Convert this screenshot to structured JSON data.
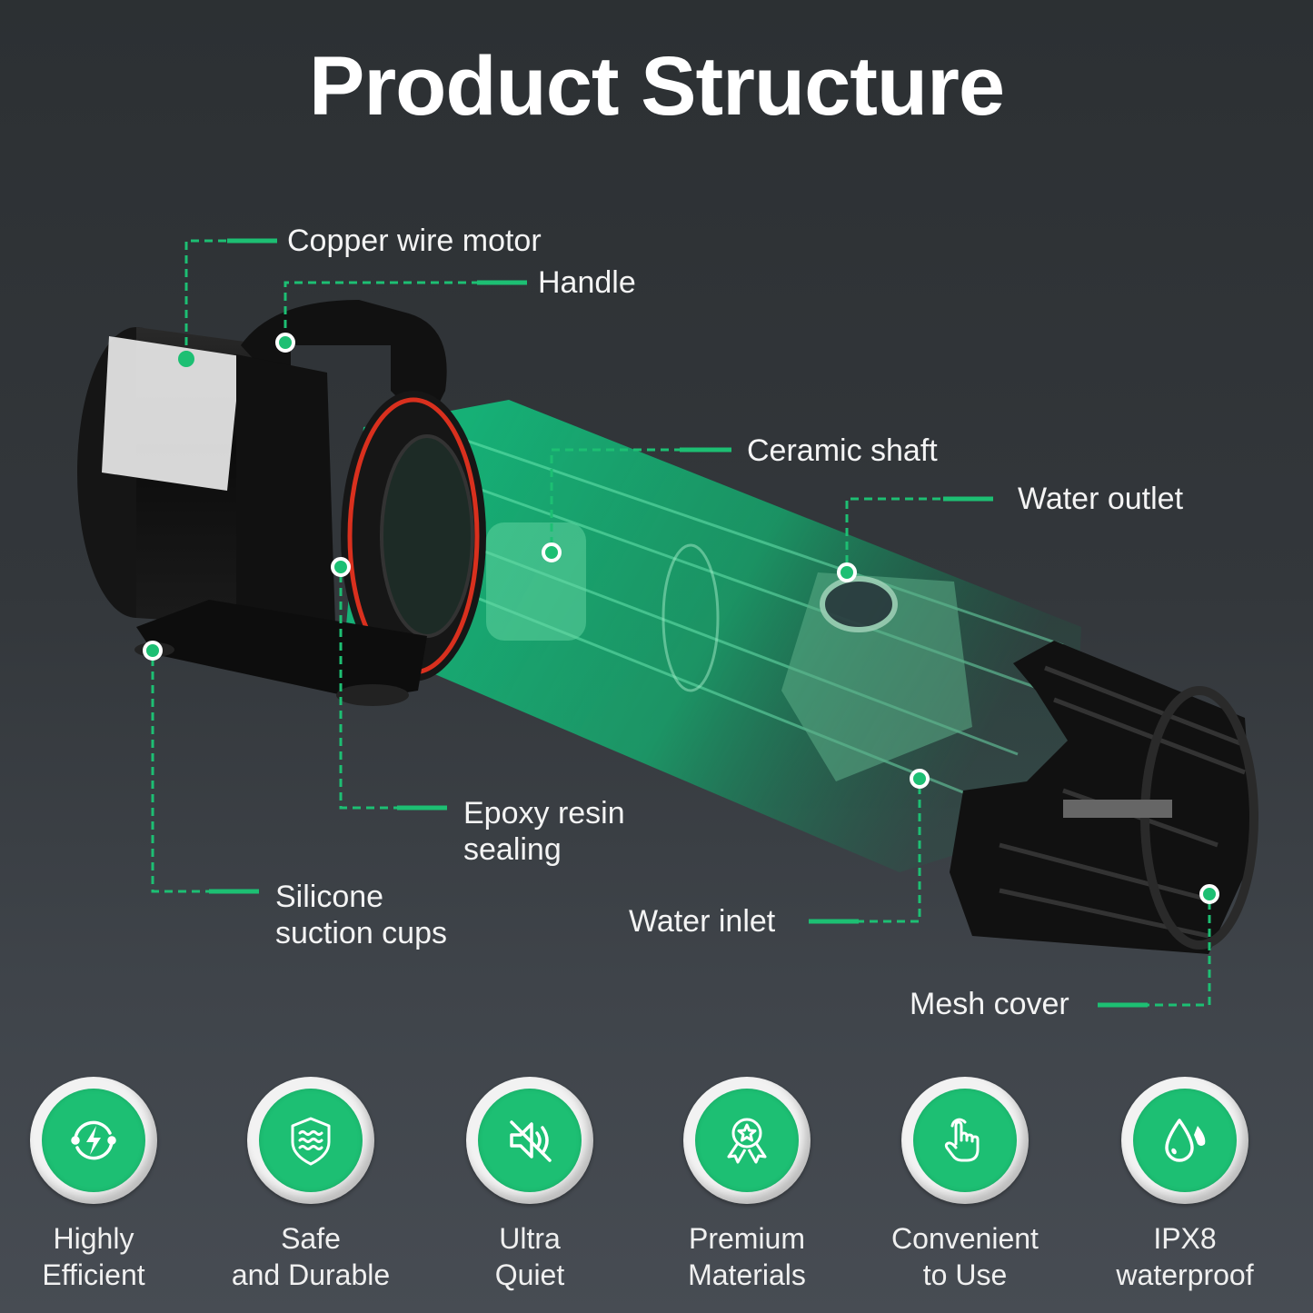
{
  "header": {
    "title": "Product Structure"
  },
  "colors": {
    "accent": "#1dbf73",
    "background": "#2e3236",
    "text": "#ffffff",
    "badge_ring": "#f2f2f2",
    "seal_ring": "#d9301e"
  },
  "callouts": [
    {
      "id": "copper-wire-motor",
      "label": "Copper wire motor"
    },
    {
      "id": "handle",
      "label": "Handle"
    },
    {
      "id": "ceramic-shaft",
      "label": "Ceramic shaft"
    },
    {
      "id": "water-outlet",
      "label": "Water outlet"
    },
    {
      "id": "epoxy-resin-sealing",
      "label_line1": "Epoxy resin",
      "label_line2": "sealing"
    },
    {
      "id": "silicone-suction-cups",
      "label_line1": "Silicone",
      "label_line2": "suction cups"
    },
    {
      "id": "water-inlet",
      "label": "Water inlet"
    },
    {
      "id": "mesh-cover",
      "label": "Mesh cover"
    }
  ],
  "features": [
    {
      "icon": "lightning-cycle-icon",
      "line1": "Highly",
      "line2": "Efficient"
    },
    {
      "icon": "water-shield-icon",
      "line1": "Safe",
      "line2": "and Durable"
    },
    {
      "icon": "muted-speaker-icon",
      "line1": "Ultra",
      "line2": "Quiet"
    },
    {
      "icon": "award-ribbon-icon",
      "line1": "Premium",
      "line2": "Materials"
    },
    {
      "icon": "touch-hand-icon",
      "line1": "Convenient",
      "line2": "to Use"
    },
    {
      "icon": "water-drop-icon",
      "line1": "IPX8",
      "line2": "waterproof"
    }
  ]
}
